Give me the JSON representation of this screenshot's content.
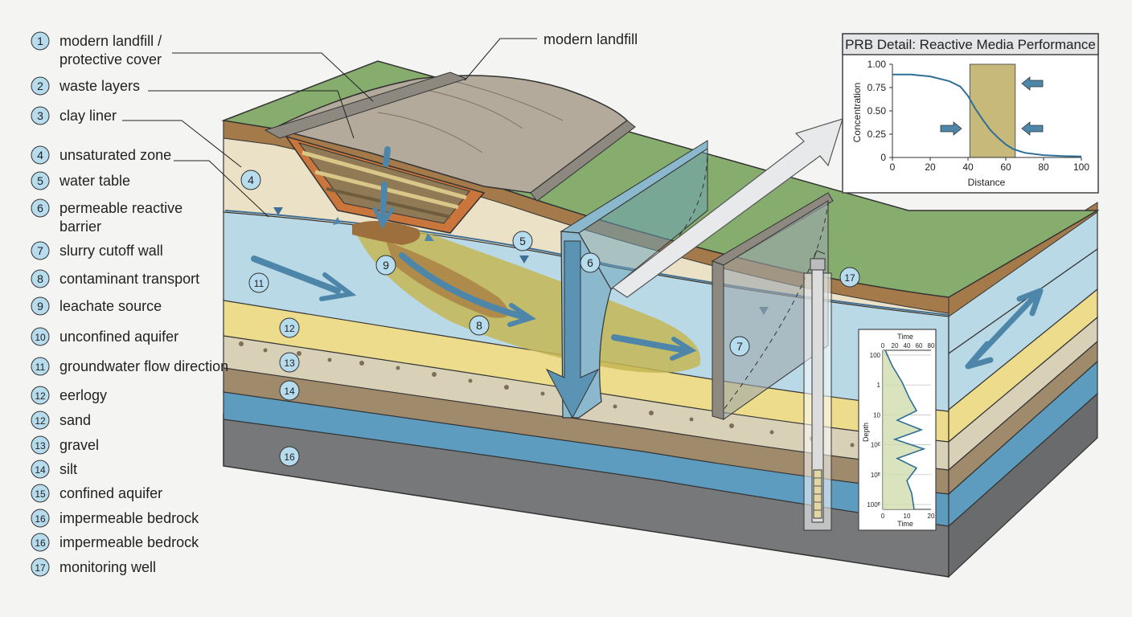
{
  "title_callout": "modern landfill",
  "legend": [
    {
      "num": "1",
      "label": "modern landfill /"
    },
    {
      "num": "",
      "label": "protective cover"
    },
    {
      "num": "2",
      "label": "waste layers"
    },
    {
      "num": "3",
      "label": "clay liner"
    },
    {
      "num": "4",
      "label": "unsaturated zone"
    },
    {
      "num": "5",
      "label": "water table"
    },
    {
      "num": "6",
      "label": "permeable reactive"
    },
    {
      "num": "",
      "label": "barrier"
    },
    {
      "num": "7",
      "label": "slurry cutoff wall"
    },
    {
      "num": "8",
      "label": "contaminant transport"
    },
    {
      "num": "9",
      "label": "leachate source"
    },
    {
      "num": "10",
      "label": "unconfined aquifer"
    },
    {
      "num": "11",
      "label": "groundwater flow direction"
    },
    {
      "num": "12",
      "label": "eerlogy"
    },
    {
      "num": "12",
      "label": "sand"
    },
    {
      "num": "13",
      "label": "gravel"
    },
    {
      "num": "14",
      "label": "silt"
    },
    {
      "num": "15",
      "label": "confined aquifer"
    },
    {
      "num": "16",
      "label": "impermeable bedrock"
    },
    {
      "num": "16",
      "label": "impermeable bedrock"
    },
    {
      "num": "17",
      "label": "monitoring well"
    }
  ],
  "diagram_markers": [
    "4",
    "5",
    "6",
    "7",
    "8",
    "9",
    "11",
    "12",
    "13",
    "14",
    "16",
    "17"
  ],
  "chart_data": [
    {
      "type": "line",
      "title": "PRB Detail: Reactive Media Performance",
      "xlabel": "Distance",
      "ylabel": "Concentration",
      "xlim": [
        0,
        100
      ],
      "ylim": [
        0,
        1
      ],
      "xticks": [
        "0",
        "20",
        "40",
        "60",
        "80",
        "100"
      ],
      "yticks": [
        "0",
        "0.25",
        "0.50",
        "0.75",
        "1.00"
      ],
      "barrier_zone": [
        41,
        65
      ],
      "series": [
        {
          "x": [
            0,
            10,
            20,
            30,
            36,
            40,
            44,
            48,
            52,
            56,
            60,
            64,
            70,
            80,
            90,
            100
          ],
          "y": [
            0.89,
            0.89,
            0.87,
            0.82,
            0.76,
            0.66,
            0.52,
            0.4,
            0.29,
            0.21,
            0.14,
            0.09,
            0.05,
            0.025,
            0.015,
            0.01
          ]
        }
      ]
    },
    {
      "type": "line",
      "title": "",
      "top_axis_label": "Time",
      "top_ticks": [
        "0",
        "20",
        "40",
        "60",
        "80"
      ],
      "bottom_axis_label": "Time",
      "bottom_ticks": [
        "0",
        "10",
        "20"
      ],
      "ylabel": "Depth",
      "y_ticks": [
        "100",
        "1",
        "10",
        "10ᴱ",
        "10ᴱ",
        "100ᴱ"
      ],
      "series": [
        {
          "depth": [
            0,
            0.1,
            0.2,
            0.3,
            0.38,
            0.44,
            0.5,
            0.56,
            0.62,
            0.68,
            0.74,
            0.82,
            0.9,
            1.0
          ],
          "value": [
            1,
            4,
            8,
            11,
            14,
            6,
            16,
            5,
            17,
            6,
            14,
            10,
            12,
            13
          ]
        }
      ]
    }
  ],
  "colors": {
    "grass": "#86ad6e",
    "soil_unsat": "#ebe1c6",
    "aquifer": "#b8d9e6",
    "plume": "#c4b653",
    "plume_core": "#9c6f3c",
    "sand": "#ecdc8c",
    "gravel": "#d8cfb8",
    "silt": "#a18a6a",
    "confined_aquifer": "#5f9dbf",
    "bedrock": "#7a7b7d",
    "prb": "#8bb8cc",
    "arrow": "#4e86aa",
    "marker_fill": "#b7dced"
  }
}
